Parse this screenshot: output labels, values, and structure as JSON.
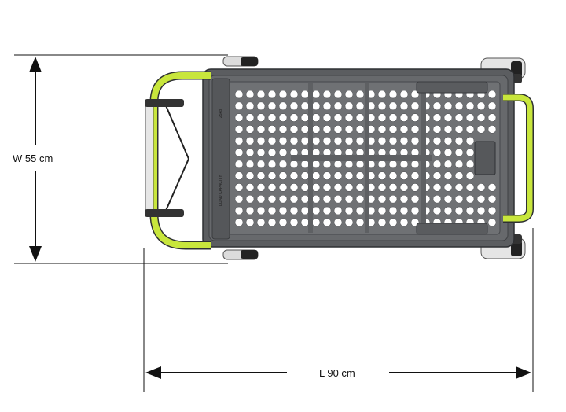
{
  "dimensions": {
    "width_label": "W 55 cm",
    "length_label": "L 90 cm"
  },
  "cart": {
    "tray_text": [
      "LOAD CAPACITY",
      "25kg"
    ],
    "colors": {
      "body": "#5b5d60",
      "body_dark": "#3f4144",
      "tray": "#6b6d70",
      "handle": "#c8e63c",
      "handle_dark": "#9fbf25",
      "holes": "#ffffff",
      "wheels": "#222222"
    }
  }
}
